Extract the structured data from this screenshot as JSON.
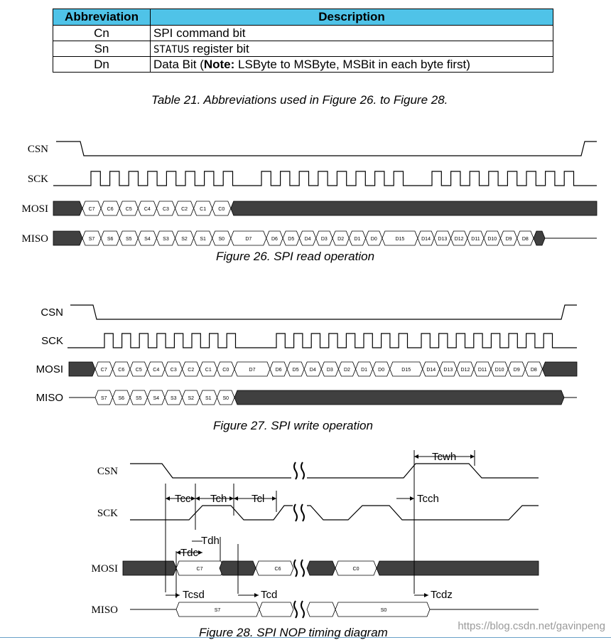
{
  "table": {
    "headers": [
      "Abbreviation",
      "Description"
    ],
    "rows": [
      {
        "abbr": "Cn",
        "desc": "SPI command bit"
      },
      {
        "abbr": "Sn",
        "desc_code": "STATUS",
        "desc_rest": " register bit"
      },
      {
        "abbr": "Dn",
        "desc_pre": "Data Bit (",
        "desc_bold": "Note:",
        "desc_post": " LSByte to MSByte, MSBit in each byte first)"
      }
    ],
    "caption": "Table 21. Abbreviations used in Figure 26. to Figure 28."
  },
  "fig26": {
    "signals": [
      "CSN",
      "SCK",
      "MOSI",
      "MISO"
    ],
    "mosi_cells": [
      "C7",
      "C6",
      "C5",
      "C4",
      "C3",
      "C2",
      "C1",
      "C0"
    ],
    "miso_cells": [
      "S7",
      "S6",
      "S5",
      "S4",
      "S3",
      "S2",
      "S1",
      "S0",
      "D7",
      "D6",
      "D5",
      "D4",
      "D3",
      "D2",
      "D1",
      "D0",
      "D15",
      "D14",
      "D13",
      "D12",
      "D11",
      "D10",
      "D9",
      "D8"
    ],
    "caption": "Figure 26. SPI read operation"
  },
  "fig27": {
    "signals": [
      "CSN",
      "SCK",
      "MOSI",
      "MISO"
    ],
    "mosi_cells": [
      "C7",
      "C6",
      "C5",
      "C4",
      "C3",
      "C2",
      "C1",
      "C0",
      "D7",
      "D6",
      "D5",
      "D4",
      "D3",
      "D2",
      "D1",
      "D0",
      "D15",
      "D14",
      "D13",
      "D12",
      "D11",
      "D10",
      "D9",
      "D8"
    ],
    "miso_cells": [
      "S7",
      "S6",
      "S5",
      "S4",
      "S3",
      "S2",
      "S1",
      "S0"
    ],
    "caption": "Figure 27.  SPI write operation"
  },
  "fig28": {
    "signals": [
      "CSN",
      "SCK",
      "MOSI",
      "MISO"
    ],
    "timing_labels": {
      "tcwh": "Tcwh",
      "tcc": "Tcc",
      "tch": "Tch",
      "tcl": "Tcl",
      "tcch": "Tcch",
      "tdh": "Tdh",
      "tdc": "Tdc",
      "tcsd": "Tcsd",
      "tcd": "Tcd",
      "tcdz": "Tcdz"
    },
    "mosi_cells": [
      "C7",
      "C6",
      "C0"
    ],
    "miso_cells": [
      "S7",
      "S0"
    ],
    "caption": "Figure 28. SPI NOP timing diagram"
  },
  "watermark": "https://blog.csdn.net/gavinpeng"
}
